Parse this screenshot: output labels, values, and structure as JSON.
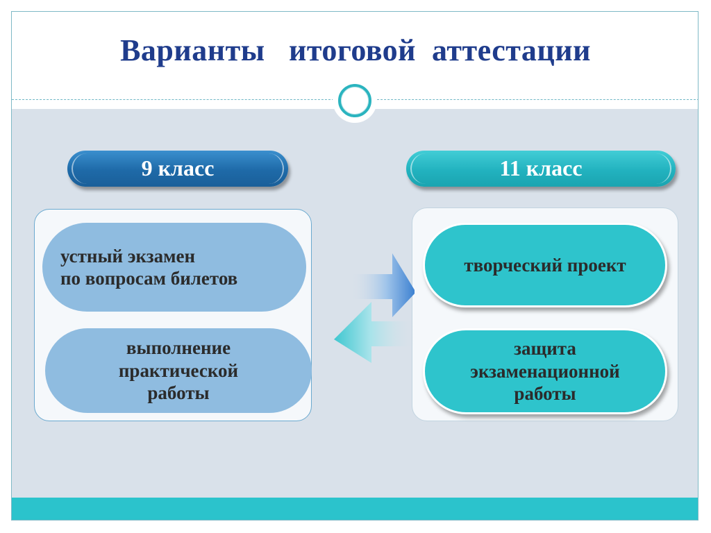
{
  "slide": {
    "title": "Варианты   итоговой  аттестации",
    "grade9": {
      "header": "9 класс",
      "options": [
        [
          "устный экзамен",
          "по вопросам билетов"
        ],
        [
          "выполнение",
          "практической",
          "работы"
        ]
      ]
    },
    "grade11": {
      "header": "11 класс",
      "options": [
        [
          "творческий проект"
        ],
        [
          "защита",
          "экзаменационной",
          "работы"
        ]
      ]
    }
  },
  "colors": {
    "title": "#1f3c8c",
    "header9": "#1e6aa8",
    "header11": "#22b2bf",
    "oval_blue": "#8fbce0",
    "oval_teal": "#2ec4cc",
    "band": "#2bc3cc",
    "content_bg": "#d9e1ea"
  },
  "icons": {
    "divider": "ring-icon",
    "arrow_right": "arrow-right-icon",
    "arrow_left": "arrow-left-icon"
  }
}
